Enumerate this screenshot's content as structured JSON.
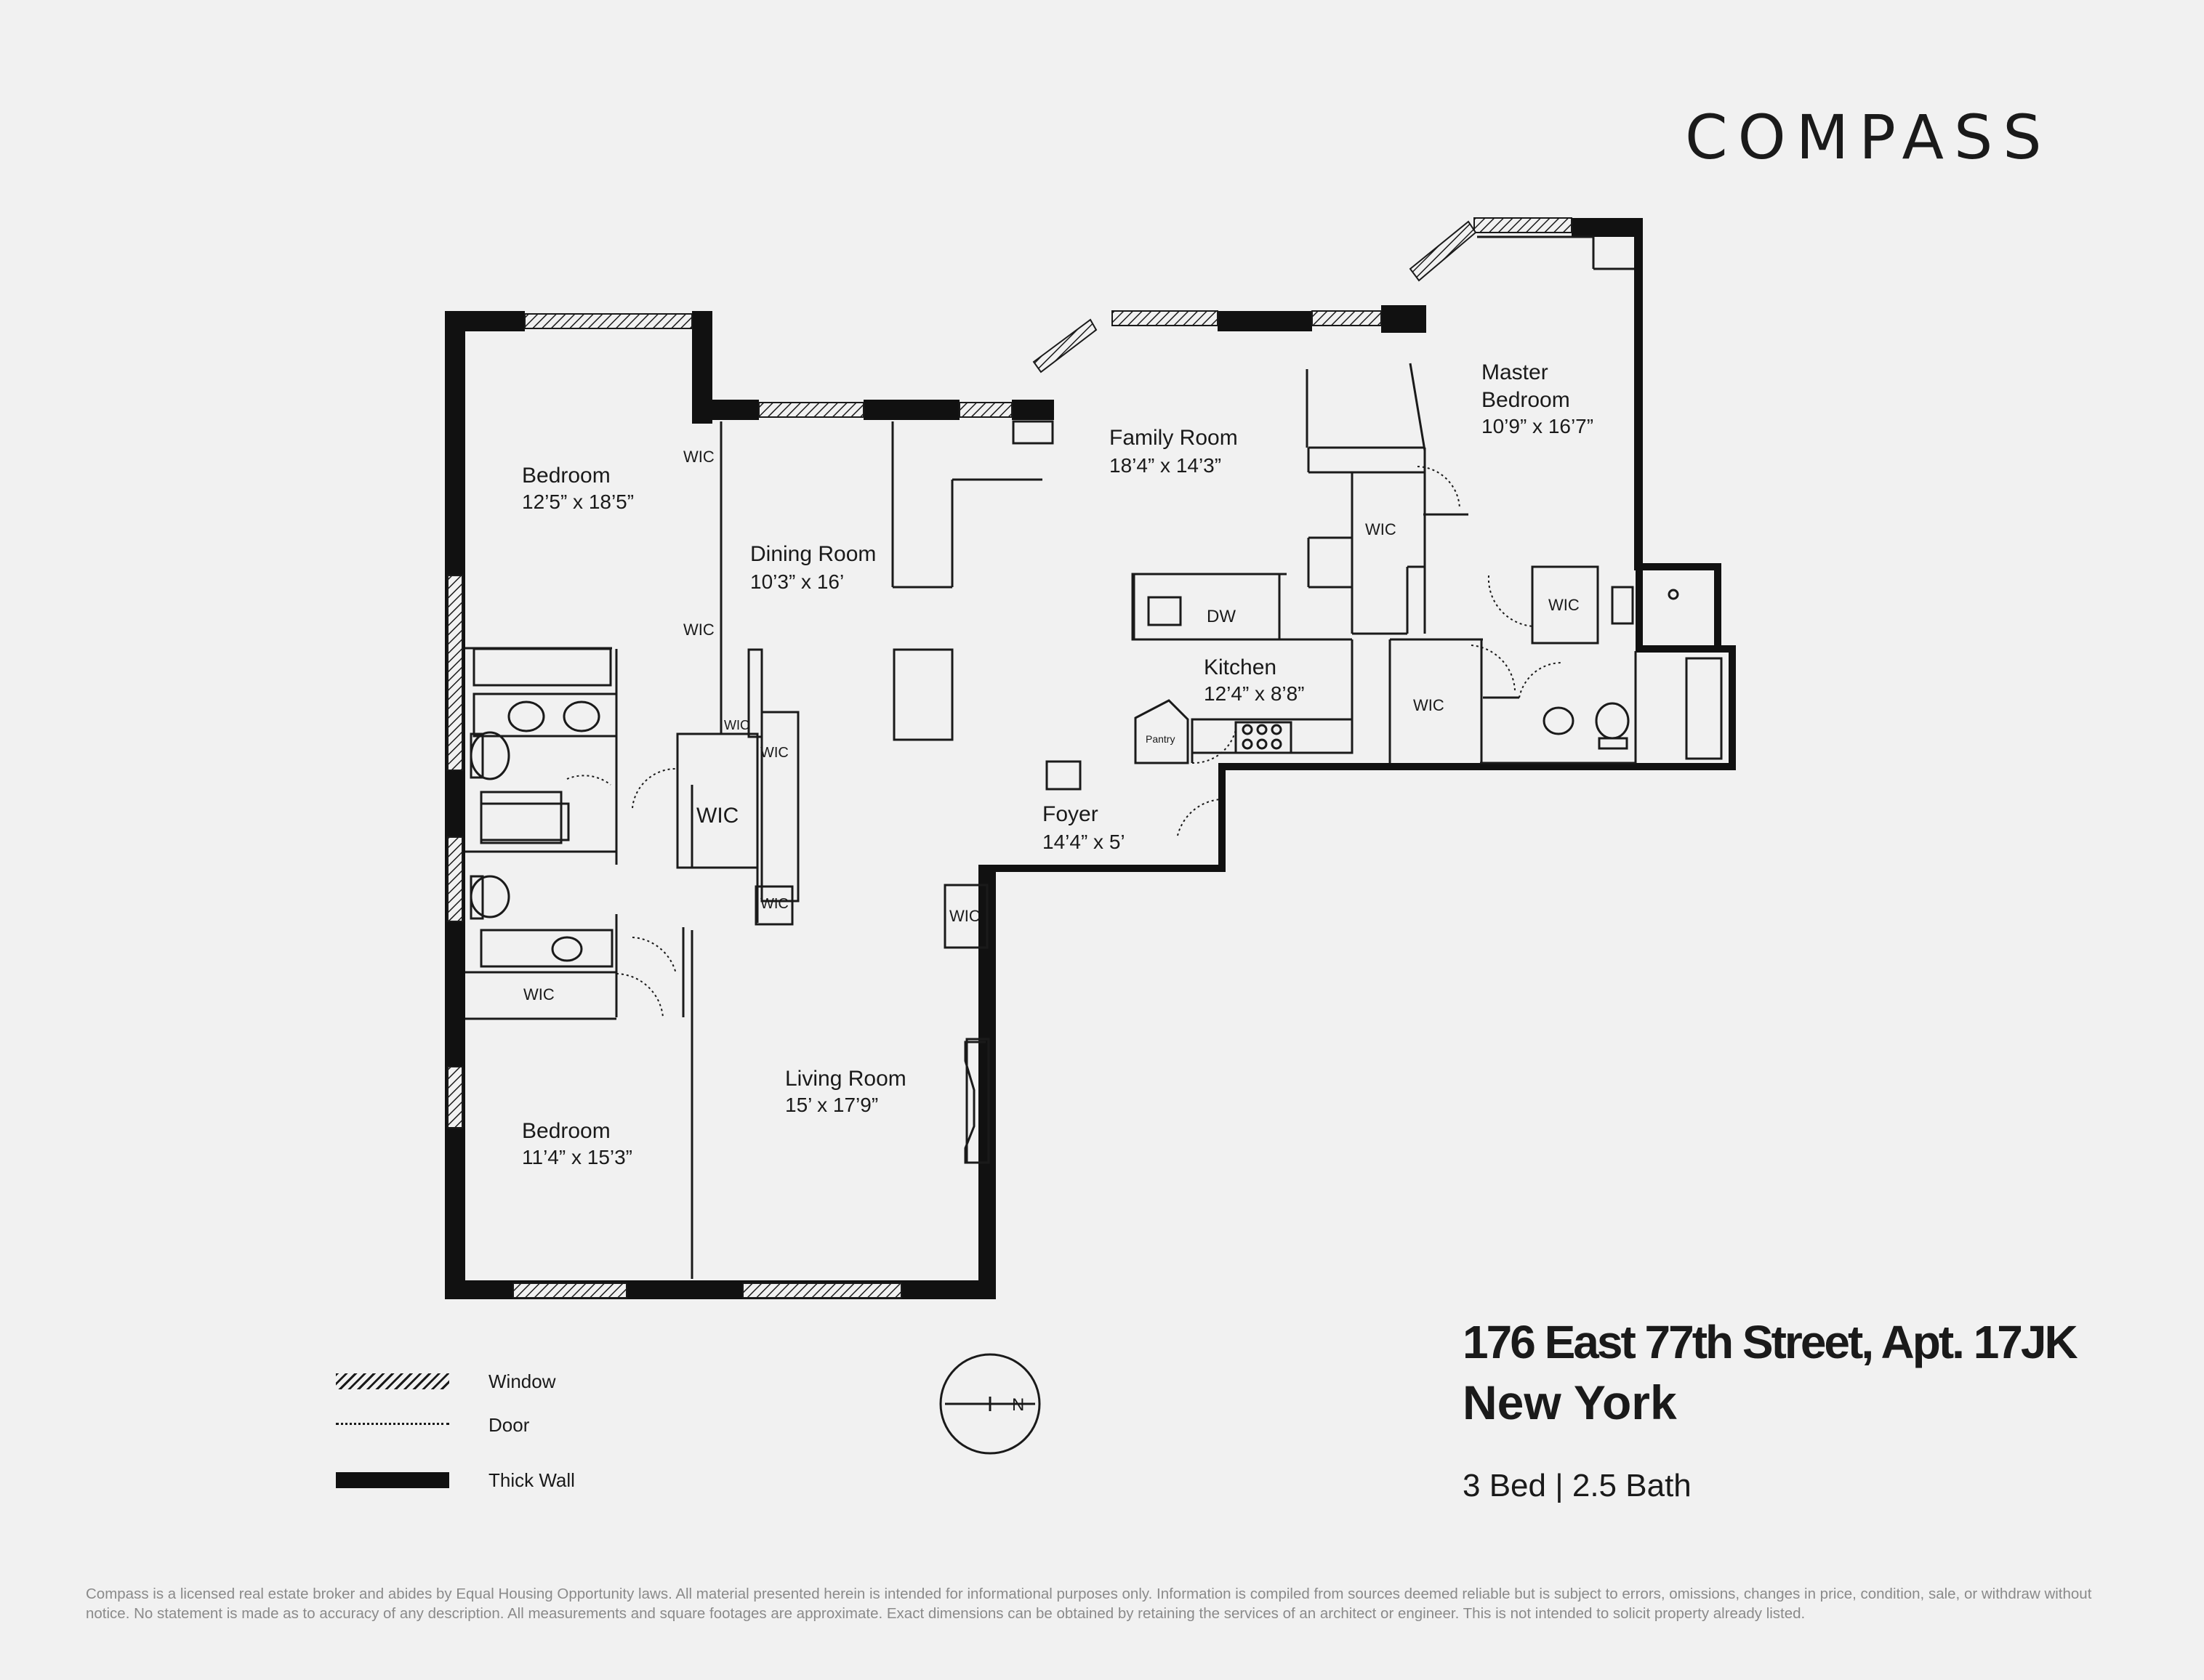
{
  "brand": {
    "logo": "COMPASS"
  },
  "rooms": [
    {
      "id": "bedroom-1",
      "name": "Bedroom",
      "dims": "12’5” x 18’5”"
    },
    {
      "id": "dining-room",
      "name": "Dining Room",
      "dims": "10’3” x 16’"
    },
    {
      "id": "family-room",
      "name": "Family Room",
      "dims": "18’4” x 14’3”"
    },
    {
      "id": "master-bedroom",
      "name": "Master\nBedroom",
      "dims": "10’9” x 16’7”"
    },
    {
      "id": "kitchen",
      "name": "Kitchen",
      "dims": "12’4” x 8’8”"
    },
    {
      "id": "foyer",
      "name": "Foyer",
      "dims": "14’4” x 5’"
    },
    {
      "id": "living-room",
      "name": "Living Room",
      "dims": "15’ x 17’9”"
    },
    {
      "id": "bedroom-2",
      "name": "Bedroom",
      "dims": "11’4” x 15’3”"
    }
  ],
  "closets": {
    "wic": "WIC",
    "dw": "DW",
    "pantry": "Pantry"
  },
  "legend": {
    "window": "Window",
    "door": "Door",
    "thick_wall": "Thick Wall"
  },
  "listing": {
    "address": "176 East 77th Street, Apt. 17JK",
    "city": "New York",
    "beds_baths": "3 Bed | 2.5 Bath"
  },
  "disclaimer": "Compass is a licensed real estate broker and abides by Equal Housing Opportunity laws. All material presented herein is intended for informational purposes only. Information is compiled from sources deemed reliable but is subject to errors, omissions, changes in price, condition, sale, or withdraw without notice. No statement is made as to accuracy of any description. All measurements and square footages are approximate. Exact dimensions can be obtained by retaining the services of an architect or engineer. This is not intended to solicit property already listed.",
  "colors": {
    "background": "#f1f1f1",
    "wall": "#111111",
    "text": "#1a1a1a",
    "disclaimer": "#8a8a8a"
  }
}
